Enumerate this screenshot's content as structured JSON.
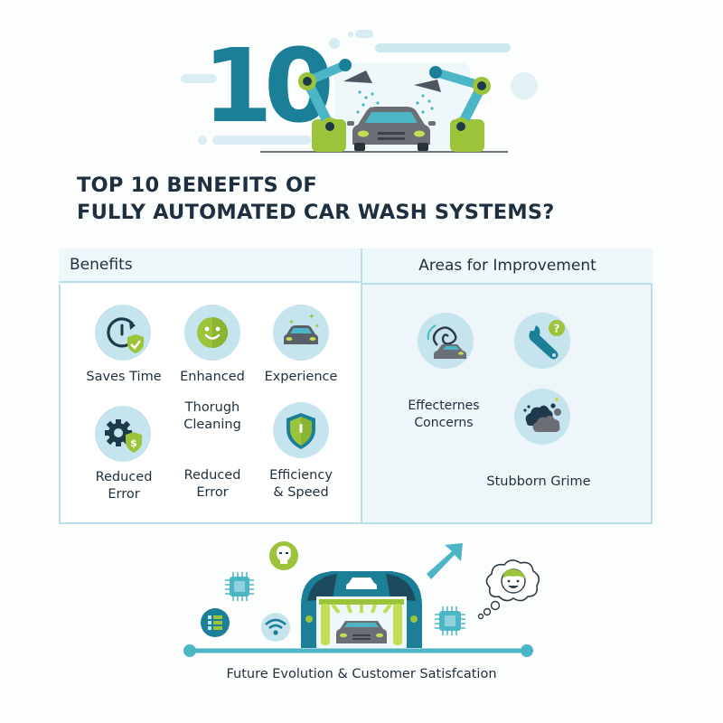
{
  "hero": {
    "number": "10",
    "illustration": "robotic-arms-washing-car",
    "colors": {
      "number": "#1a7f97",
      "arm": "#4db6c6",
      "base": "#9cc43b",
      "car": "#6b6e75",
      "water": "#4db6c6"
    }
  },
  "title": {
    "line1": "TOP 10 BENEFITS OF",
    "line2": "FULLY AUTOMATED CAR WASH SYSTEMS?"
  },
  "panel": {
    "benefits": {
      "heading": "Benefits",
      "items": [
        {
          "label": "Saves Time",
          "icon": "clock-shield-check-icon"
        },
        {
          "label": "Enhanced",
          "icon": "smiley-face-icon"
        },
        {
          "label": "Experience",
          "icon": "sparkling-car-icon"
        },
        {
          "label": "Thorugh\nCleaning",
          "icon": ""
        },
        {
          "label": "Reduced\nError",
          "icon": "gear-dollar-shield-icon"
        },
        {
          "label": "Reduced\nError",
          "icon": ""
        },
        {
          "label": "Efficiency\n& Speed",
          "icon": "shield-icon"
        }
      ]
    },
    "improvements": {
      "heading": "Areas for Improvement",
      "items": [
        {
          "label": "",
          "icon": "swirl-car-icon"
        },
        {
          "label": "",
          "icon": "wrench-question-icon"
        },
        {
          "label": "Effecternes\nConcerns",
          "icon": ""
        },
        {
          "label": "",
          "icon": "grime-cloud-icon"
        },
        {
          "label": "Stubborn Grime",
          "icon": ""
        }
      ]
    },
    "colors": {
      "border": "#b8dfe9",
      "header_bg": "#eef7f9",
      "right_bg": "#eef6f9",
      "icon_bg": "#c5e4ee",
      "accent_green": "#9cc43b",
      "accent_teal": "#1a7f97"
    }
  },
  "bottom": {
    "illustration": "car-wash-gate-timeline",
    "icons": [
      "list-icon",
      "chip-icon",
      "lightbulb-icon",
      "wifi-icon",
      "car-wash-gate-icon",
      "growth-arrow-icon",
      "chip-icon",
      "happy-customer-thought-icon"
    ],
    "caption": "Future Evolution & Customer Satisfcation"
  }
}
